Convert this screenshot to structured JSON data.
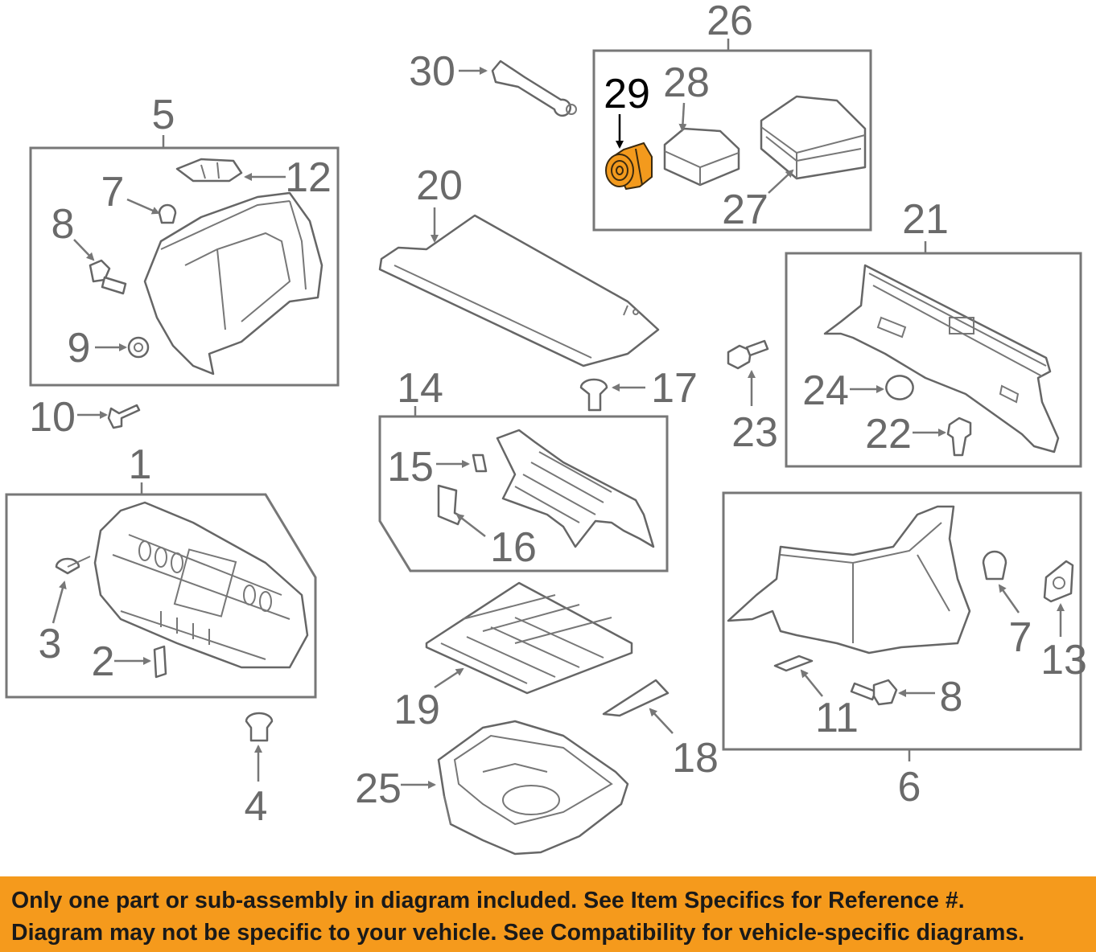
{
  "callouts": {
    "c1": "1",
    "c2": "2",
    "c3": "3",
    "c4": "4",
    "c5": "5",
    "c6": "6",
    "c7a": "7",
    "c7b": "7",
    "c8a": "8",
    "c8b": "8",
    "c9": "9",
    "c10": "10",
    "c11": "11",
    "c12": "12",
    "c13": "13",
    "c14": "14",
    "c15": "15",
    "c16": "16",
    "c17": "17",
    "c18": "18",
    "c19": "19",
    "c20": "20",
    "c21": "21",
    "c22": "22",
    "c23": "23",
    "c24": "24",
    "c25": "25",
    "c26": "26",
    "c27": "27",
    "c28": "28",
    "c29": "29",
    "c30": "30"
  },
  "highlight": {
    "part": "29",
    "color": "#f39a1d"
  },
  "banner": {
    "line1": "Only one part or sub-assembly in diagram included. See Item Specifics for Reference #.",
    "line2": "Diagram may not be specific to your vehicle. See Compatibility for vehicle-specific diagrams.",
    "color": "#f59a1c"
  }
}
